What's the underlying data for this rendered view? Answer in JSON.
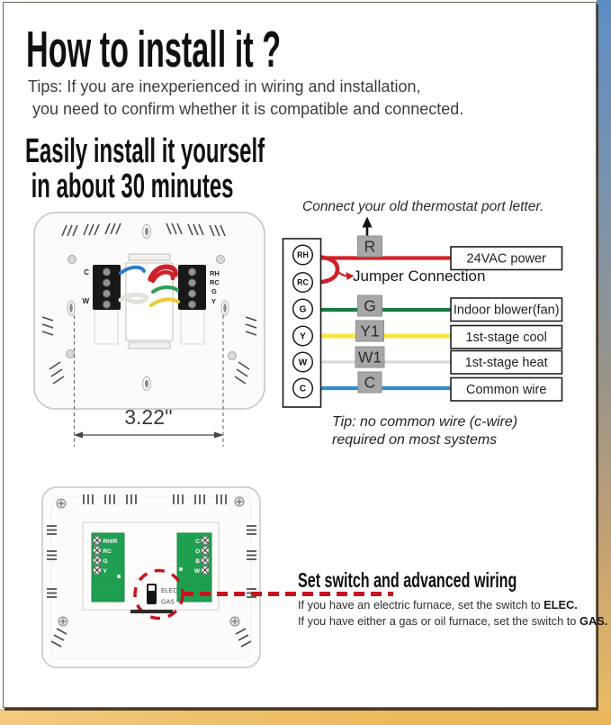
{
  "frame": {
    "gradient_top": "#5e8dc6",
    "gradient_bottom": "#edbd64"
  },
  "header": {
    "title": "How to install it ?",
    "tips_line1": "Tips: If you are inexperienced in wiring and installation,",
    "tips_line2": " you need to confirm whether it is compatible and connected.",
    "subtitle_line1": "Easily install it yourself",
    "subtitle_line2": " in about 30 minutes"
  },
  "top_plate": {
    "left_labels": [
      "C",
      "W"
    ],
    "right_labels": [
      "RH",
      "RC",
      "G",
      "Y"
    ],
    "dimension": "3.22''"
  },
  "wiring": {
    "caption": "Connect your old thermostat port letter.",
    "jumper_label": "Jumper Connection",
    "jumper_color": "#ce2127",
    "terminals": [
      "RH",
      "RC",
      "G",
      "Y",
      "W",
      "C"
    ],
    "rows": [
      {
        "chip": "R",
        "box": "24VAC power",
        "color": "#d42128"
      },
      {
        "chip": "G",
        "box": "Indoor blower(fan)",
        "color": "#1a7a45"
      },
      {
        "chip": "Y1",
        "box": "1st-stage cool",
        "color": "#f2e73a"
      },
      {
        "chip": "W1",
        "box": "1st-stage heat",
        "color": "#d9d9d9"
      },
      {
        "chip": "C",
        "box": "Common wire",
        "color": "#2f8fd0"
      }
    ],
    "tip_line1": "Tip: no common wire (c-wire)",
    "tip_line2": "required on most systems"
  },
  "bottom_plate": {
    "pcb_color": "#1fa050",
    "callout_color": "#c81220",
    "left_pcb_labels": [
      "RH/R",
      "RC",
      "G",
      "Y"
    ],
    "right_pcb_labels": [
      "C",
      "O",
      "B",
      "W"
    ],
    "switch_labels": [
      "ELEC",
      "GAS"
    ]
  },
  "switch_section": {
    "heading": "Set switch and advanced wiring",
    "line1_prefix": "If you have an electric furnace, set the switch to ",
    "line1_bold": "ELEC.",
    "line2_prefix": "If you have either a gas or oil furnace, set the switch to ",
    "line2_bold": "GAS."
  }
}
